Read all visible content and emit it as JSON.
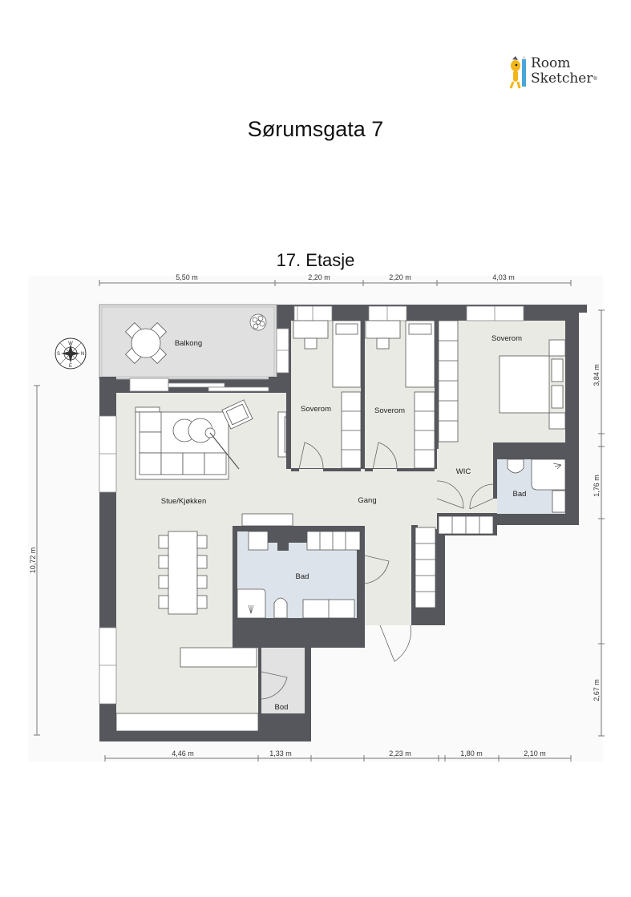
{
  "logo": {
    "line1": "Room",
    "line2": "Sketcher",
    "reg": "®"
  },
  "title": "Sørumsgata 7",
  "floor": "17. Etasje",
  "rooms": {
    "balkong": "Balkong",
    "soverom1": "Soverom",
    "soverom2": "Soverom",
    "soverom3": "Soverom",
    "stue": "Stue/Kjøkken",
    "gang": "Gang",
    "wic": "WIC",
    "bad1": "Bad",
    "bad2": "Bad",
    "bod": "Bod"
  },
  "dimensions": {
    "top": [
      "5,50 m",
      "2,20 m",
      "2,20 m",
      "4,03 m"
    ],
    "bottom": [
      "4,46 m",
      "1,33 m",
      "2,23 m",
      "1,80 m",
      "2,10 m"
    ],
    "left": "10,72 m",
    "right": [
      "3,84 m",
      "1,76 m",
      "2,67 m"
    ]
  },
  "compass": {
    "n": "N",
    "s": "S",
    "e": "E",
    "w": "W"
  },
  "colors": {
    "wall": "#55575c",
    "floor": "#e9eae4",
    "wet": "#dde3ea",
    "balcony": "#e0e0e0",
    "storage": "#e2e2e2",
    "furniture": "#ffffff",
    "line": "#555555"
  }
}
